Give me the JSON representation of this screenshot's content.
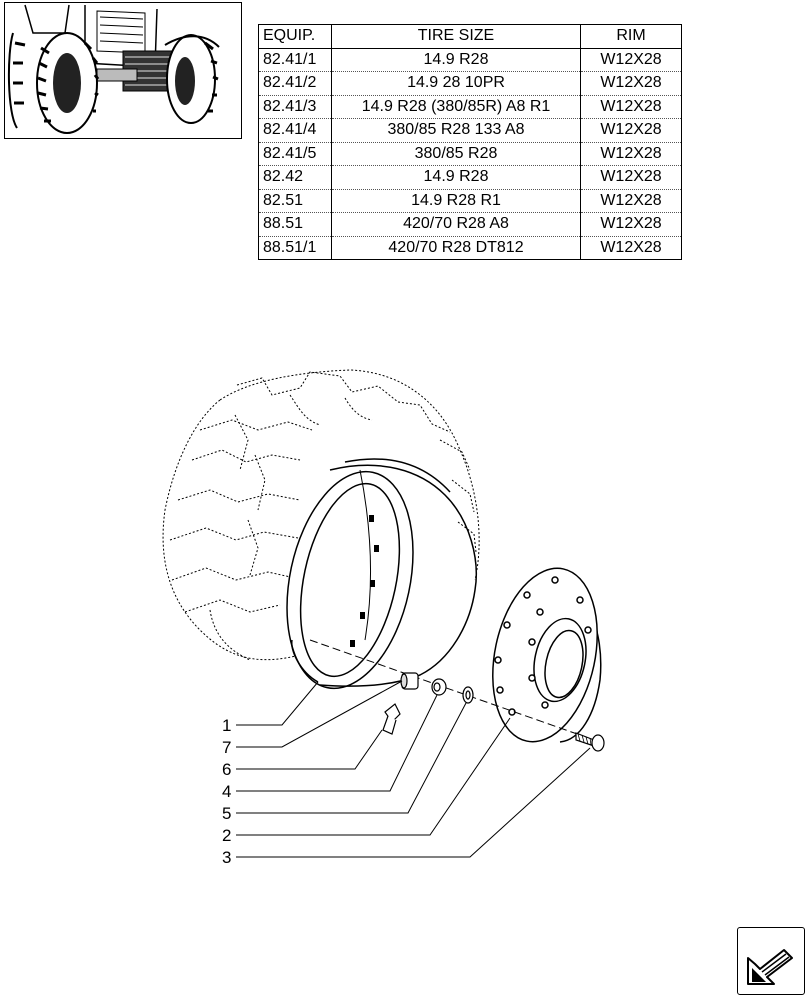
{
  "table": {
    "headers": {
      "equip": "EQUIP.",
      "tire_size": "TIRE SIZE",
      "rim": "RIM"
    },
    "rows": [
      {
        "equip": "82.41/1",
        "tire_size": "14.9 R28",
        "rim": "W12X28"
      },
      {
        "equip": "82.41/2",
        "tire_size": "14.9 28 10PR",
        "rim": "W12X28"
      },
      {
        "equip": "82.41/3",
        "tire_size": "14.9 R28 (380/85R) A8 R1",
        "rim": "W12X28"
      },
      {
        "equip": "82.41/4",
        "tire_size": "380/85 R28 133 A8",
        "rim": "W12X28"
      },
      {
        "equip": "82.41/5",
        "tire_size": "380/85 R28",
        "rim": "W12X28"
      },
      {
        "equip": "82.42",
        "tire_size": "14.9 R28",
        "rim": "W12X28"
      },
      {
        "equip": "82.51",
        "tire_size": "14.9 R28 R1",
        "rim": "W12X28"
      },
      {
        "equip": "88.51",
        "tire_size": "420/70 R28 A8",
        "rim": "W12X28"
      },
      {
        "equip": "88.51/1",
        "tire_size": "420/70 R28 DT812",
        "rim": "W12X28"
      }
    ]
  },
  "callouts": [
    "1",
    "7",
    "6",
    "4",
    "5",
    "2",
    "3"
  ],
  "thumbnail": {
    "icon": "tractor-front-icon"
  },
  "navigation": {
    "icon": "next-page-arrow-icon"
  }
}
